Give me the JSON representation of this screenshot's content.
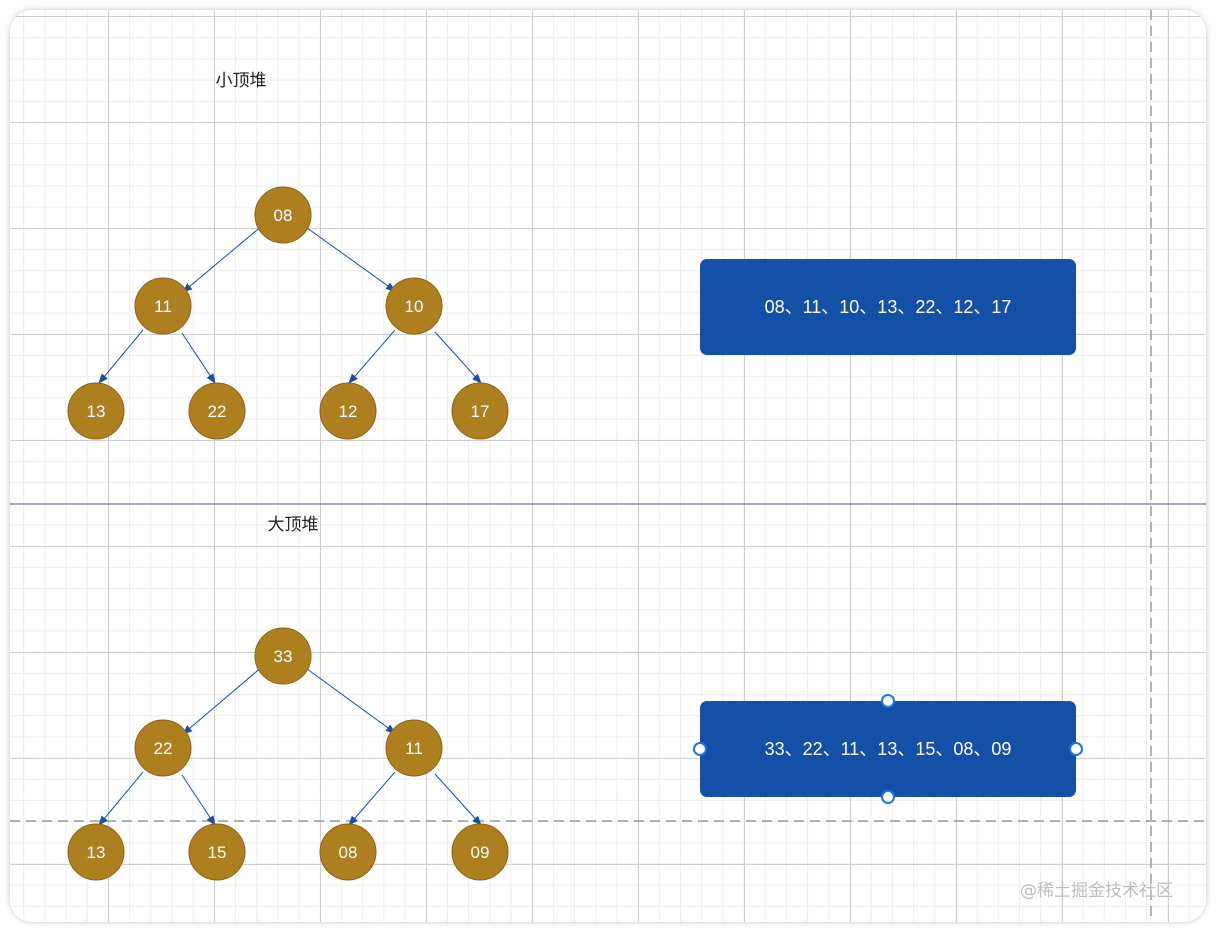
{
  "colors": {
    "node_fill": "#ad7f1f",
    "node_stroke": "#8c6416",
    "edge": "#1b4fa3",
    "box_fill": "#1550a8",
    "divider": "#4a5d8a",
    "dash": "#9a9a9a",
    "handle": "#1a73e8"
  },
  "sections": [
    {
      "title": "小顶堆",
      "nodes": [
        "08",
        "11",
        "10",
        "13",
        "22",
        "12",
        "17"
      ],
      "sequence": "08、11、10、13、22、12、17"
    },
    {
      "title": "大顶堆",
      "nodes": [
        "33",
        "22",
        "11",
        "13",
        "15",
        "08",
        "09"
      ],
      "sequence": "33、22、11、13、15、08、09"
    }
  ],
  "watermark": "@稀土掘金技术社区"
}
